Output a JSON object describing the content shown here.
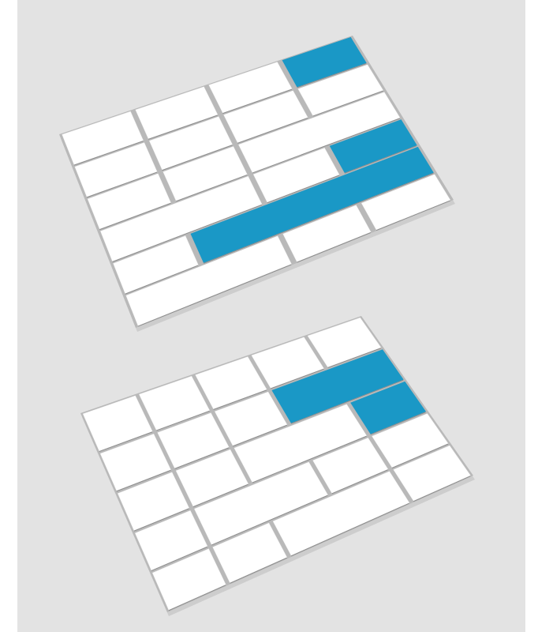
{
  "colors": {
    "background": "#e3e3e3",
    "tile_white": "#ffffff",
    "tile_highlight": "#1a98c6",
    "board_edge": "#b9b9b9",
    "board_shadow": "#cdcdcd",
    "seam": "#8a8a8a"
  },
  "boards": [
    {
      "id": "top-board",
      "grid_cols": 4,
      "grid_rows": 6,
      "rows": [
        {
          "tiles": [
            {
              "span": 1,
              "highlight": false
            },
            {
              "span": 1,
              "highlight": false
            },
            {
              "span": 1,
              "highlight": false
            },
            {
              "span": 1,
              "highlight": true
            }
          ]
        },
        {
          "tiles": [
            {
              "span": 1,
              "highlight": false
            },
            {
              "span": 1,
              "highlight": false
            },
            {
              "span": 1,
              "highlight": false
            },
            {
              "span": 1,
              "highlight": false
            }
          ]
        },
        {
          "tiles": [
            {
              "span": 1,
              "highlight": false
            },
            {
              "span": 1,
              "highlight": false
            },
            {
              "span": 2,
              "highlight": false
            }
          ]
        },
        {
          "tiles": [
            {
              "span": 2,
              "highlight": false
            },
            {
              "span": 1,
              "highlight": false
            },
            {
              "span": 1,
              "highlight": true
            }
          ]
        },
        {
          "tiles": [
            {
              "span": 1,
              "highlight": false
            },
            {
              "span": 3,
              "highlight": true
            }
          ]
        },
        {
          "tiles": [
            {
              "span": 2,
              "highlight": false
            },
            {
              "span": 1,
              "highlight": false
            },
            {
              "span": 1,
              "highlight": false
            }
          ]
        }
      ]
    },
    {
      "id": "bottom-board",
      "grid_cols": 5,
      "grid_rows": 5,
      "rows": [
        {
          "tiles": [
            {
              "span": 1,
              "highlight": false
            },
            {
              "span": 1,
              "highlight": false
            },
            {
              "span": 1,
              "highlight": false
            },
            {
              "span": 1,
              "highlight": false
            },
            {
              "span": 1,
              "highlight": false
            }
          ]
        },
        {
          "tiles": [
            {
              "span": 1,
              "highlight": false
            },
            {
              "span": 1,
              "highlight": false
            },
            {
              "span": 1,
              "highlight": false
            },
            {
              "span": 2,
              "highlight": true
            }
          ]
        },
        {
          "tiles": [
            {
              "span": 1,
              "highlight": false
            },
            {
              "span": 1,
              "highlight": false
            },
            {
              "span": 2,
              "highlight": false
            },
            {
              "span": 1,
              "highlight": true
            }
          ]
        },
        {
          "tiles": [
            {
              "span": 1,
              "highlight": false
            },
            {
              "span": 2,
              "highlight": false
            },
            {
              "span": 1,
              "highlight": false
            },
            {
              "span": 1,
              "highlight": false
            }
          ]
        },
        {
          "tiles": [
            {
              "span": 1,
              "highlight": false
            },
            {
              "span": 1,
              "highlight": false
            },
            {
              "span": 2,
              "highlight": false
            },
            {
              "span": 1,
              "highlight": false
            }
          ]
        }
      ]
    }
  ]
}
